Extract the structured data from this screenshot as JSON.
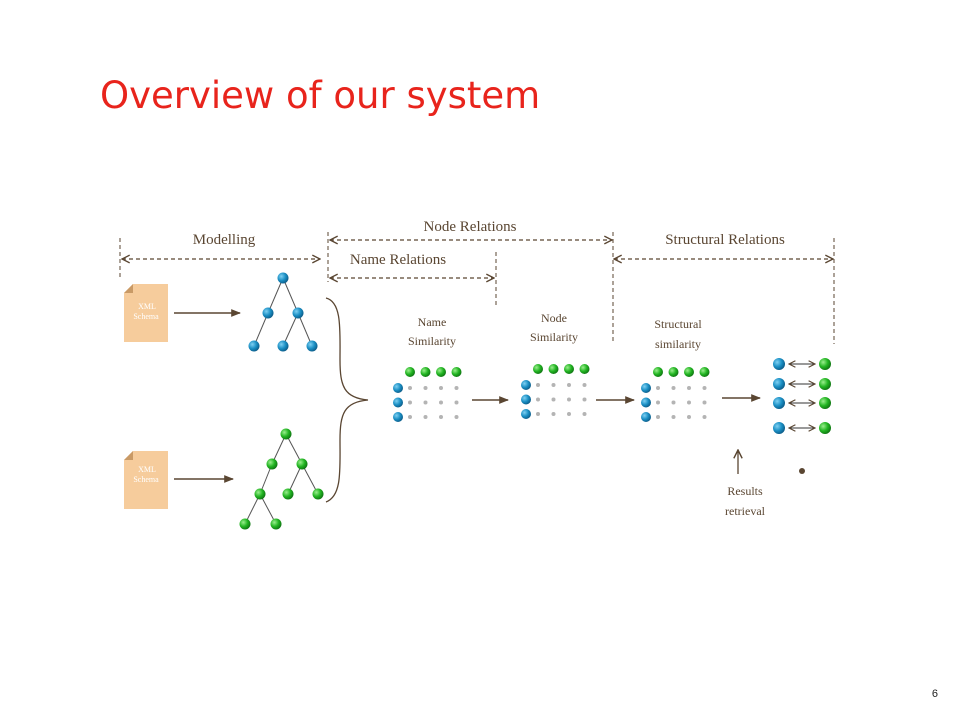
{
  "slide": {
    "title": "Overview of our system",
    "page_number": "6"
  },
  "phases": {
    "modelling": "Modelling",
    "node_relations": "Node Relations",
    "structural_relations": "Structural Relations",
    "name_relations": "Name Relations"
  },
  "documents": [
    {
      "line1": "XML",
      "line2": "Schema"
    },
    {
      "line1": "XML",
      "line2": "Schema"
    }
  ],
  "steps": {
    "name_similarity": {
      "line1": "Name",
      "line2": "Similarity"
    },
    "node_similarity": {
      "line1": "Node",
      "line2": "Similarity"
    },
    "structural_similarity": {
      "line1": "Structural",
      "line2": "similarity"
    },
    "results_retrieval": {
      "line1": "Results",
      "line2": "retrieval"
    }
  },
  "colors": {
    "title": "#e8241c",
    "line": "#5a4632",
    "blue_node": "#1a8fc4",
    "green_node": "#22b522",
    "matrix_dot": "#b4b4b4",
    "document": "#f6cc9c"
  }
}
